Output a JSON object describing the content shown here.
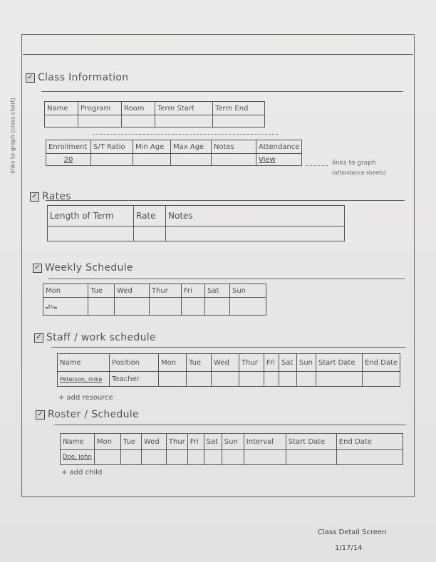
{
  "side_note": "links to graph (class chart)",
  "class_info": {
    "title": "Class Information",
    "table1_headers": [
      "Name",
      "Program",
      "Room",
      "Term Start",
      "Term End"
    ],
    "table2_headers": [
      "Enrollment",
      "S/T Ratio",
      "Min Age",
      "Max Age",
      "Notes",
      "Attendance"
    ],
    "enrollment_value": "20",
    "attendance_link": "View",
    "annotation": "links to graph",
    "annotation_sub": "(attendance sheets)"
  },
  "rates": {
    "title": "Rates",
    "headers": [
      "Length of Term",
      "Rate",
      "Notes"
    ]
  },
  "weekly_schedule": {
    "title": "Weekly Schedule",
    "headers": [
      "Mon",
      "Tue",
      "Wed",
      "Thur",
      "Fri",
      "Sat",
      "Sun"
    ],
    "mon_start": "",
    "mon_to": "to",
    "mon_end": ""
  },
  "staff": {
    "title": "Staff / work schedule",
    "headers": [
      "Name",
      "Position",
      "Mon",
      "Tue",
      "Wed",
      "Thur",
      "Fri",
      "Sat",
      "Sun",
      "Start Date",
      "End Date"
    ],
    "row_name": "Peterson, mike",
    "row_position": "Teacher",
    "add_link": "+ add resource"
  },
  "roster": {
    "title": "Roster / Schedule",
    "headers": [
      "Name",
      "Mon",
      "Tue",
      "Wed",
      "Thur",
      "Fri",
      "Sat",
      "Sun",
      "Interval",
      "Start Date",
      "End Date"
    ],
    "row_name": "Doe, John",
    "add_link": "+ add child"
  },
  "footer": {
    "screen_name": "Class Detail Screen",
    "date": "1/17/14"
  }
}
